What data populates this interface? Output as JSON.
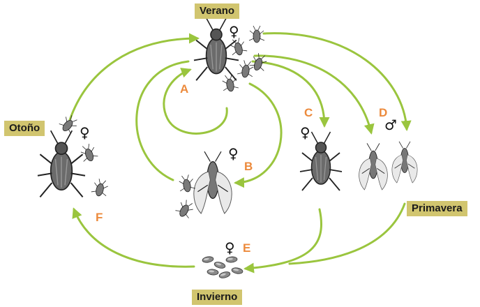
{
  "seasons": {
    "summer": "Verano",
    "autumn": "Otoño",
    "spring": "Primavera",
    "winter": "Invierno"
  },
  "stages": {
    "A": "A",
    "B": "B",
    "C": "C",
    "D": "D",
    "E": "E",
    "F": "F"
  },
  "symbols": {
    "female": "♀",
    "male": "♂"
  },
  "colors": {
    "arrow": "#9ac53e",
    "label_bg": "#d1c56f",
    "stage_letter": "#ec8a3c"
  }
}
